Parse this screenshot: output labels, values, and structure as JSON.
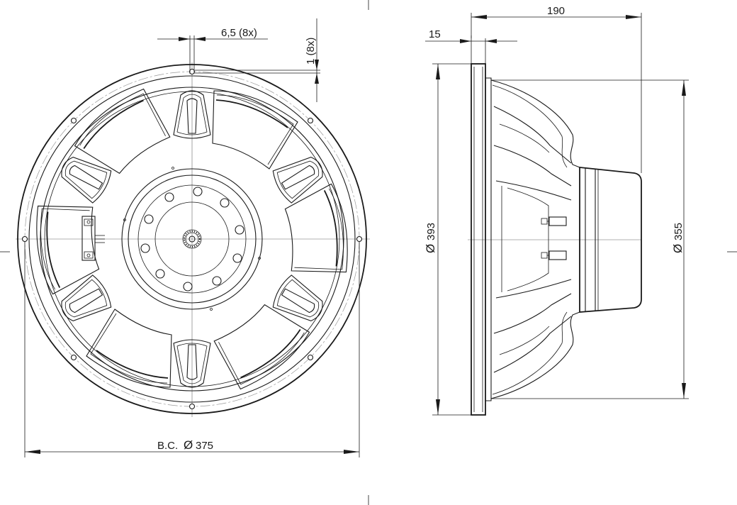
{
  "front_view": {
    "hole_size_label": "6,5 (8x)",
    "hole_offset_label": "1 (8x)",
    "bolt_circle_prefix": "B.C.",
    "bolt_circle_symbol": "Ø",
    "bolt_circle_value": "375"
  },
  "side_view": {
    "flange_thickness_label": "15",
    "depth_label": "190",
    "outer_diameter_symbol": "Ø",
    "outer_diameter_value": "393",
    "baffle_diameter_symbol": "Ø",
    "baffle_diameter_value": "355"
  }
}
